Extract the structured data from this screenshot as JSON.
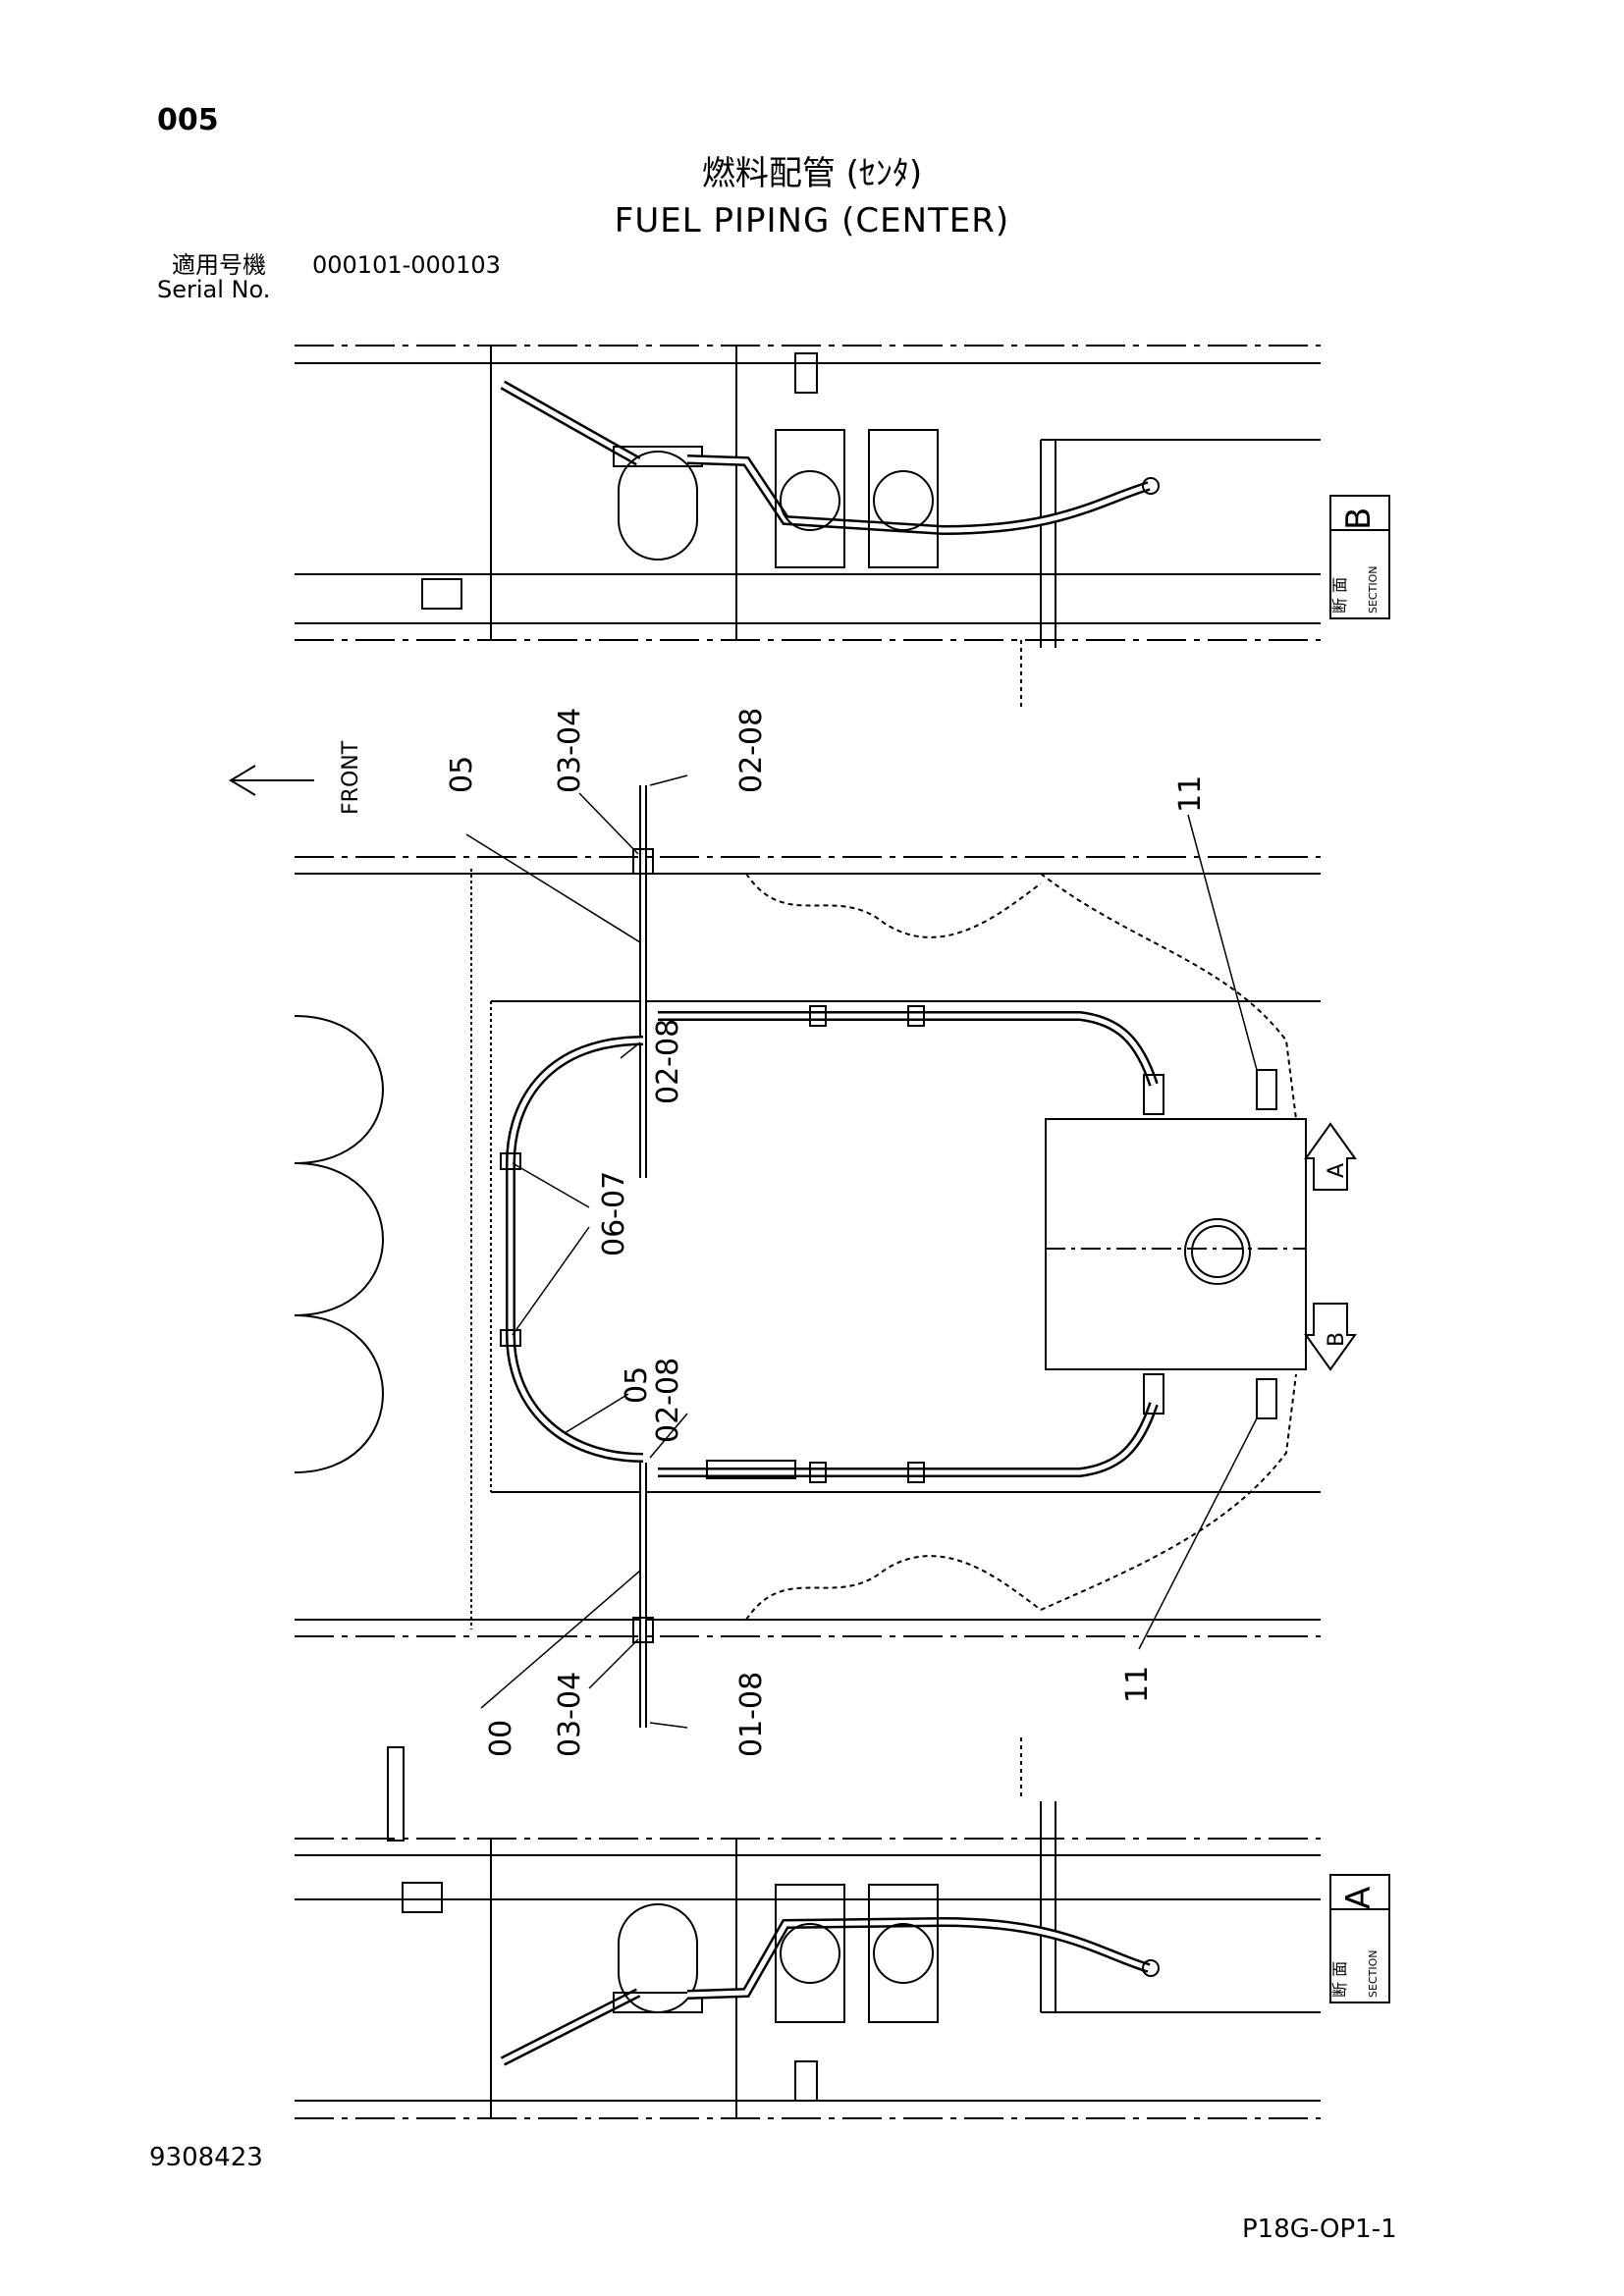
{
  "header": {
    "page_number": "005",
    "title_jp": "燃料配管 (ｾﾝﾀ)",
    "title_en": "FUEL PIPING (CENTER)",
    "serial_label_jp": "適用号機",
    "serial_range": "000101-000103",
    "serial_label_en": "Serial No."
  },
  "footer": {
    "document_number": "9308423",
    "sheet_code": "P18G-OP1-1"
  },
  "direction": {
    "label": "FRONT"
  },
  "section_boxes": {
    "top": {
      "jp": "断 面",
      "en": "SECTION",
      "letter": "B"
    },
    "bottom": {
      "jp": "断 面",
      "en": "SECTION",
      "letter": "A"
    }
  },
  "section_arrows": {
    "upper": "A",
    "lower": "B"
  },
  "callouts": {
    "c05_top": "05",
    "c0304_top": "03-04",
    "c0208_top": "02-08",
    "c0208_mid_upper": "02-08",
    "c0607": "06-07",
    "c05_lower": "05",
    "c0208_mid_lower": "02-08",
    "c11_top": "11",
    "c11_bottom": "11",
    "c00": "00",
    "c0304_bottom": "03-04",
    "c0108": "01-08"
  }
}
